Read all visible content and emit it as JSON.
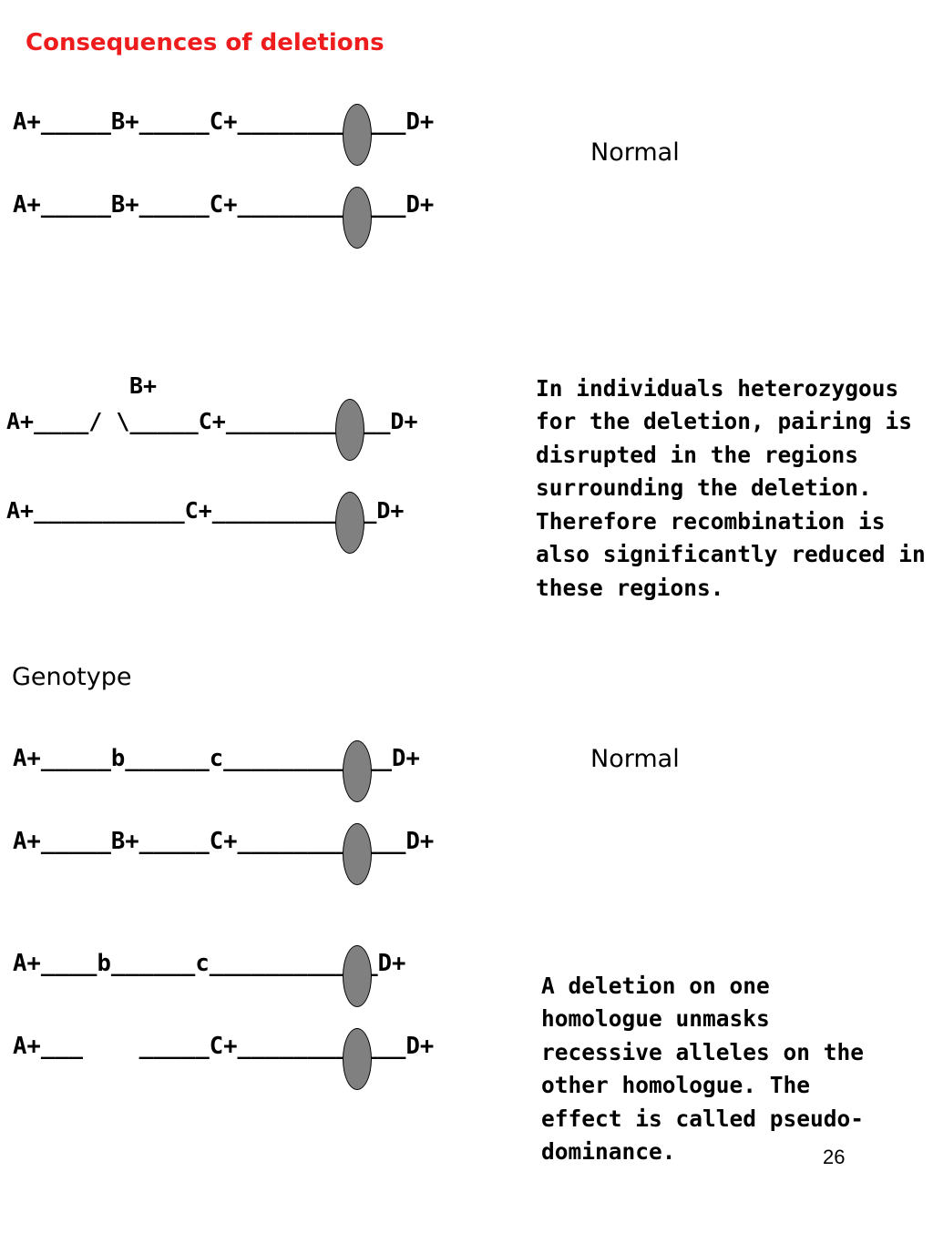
{
  "title": "Consequences of deletions",
  "section1": {
    "chrom1": "A+_____B+_____C+____________D+",
    "chrom2": "A+_____B+_____C+____________D+",
    "label": "Normal"
  },
  "section2": {
    "loop_label": "B+",
    "chrom1": "A+____/ \\_____C+____________D+",
    "chrom2": "A+___________C+____________D+",
    "description": [
      "In individuals heterozygous",
      "for the deletion, pairing is",
      "disrupted in the regions",
      "surrounding the deletion.",
      "Therefore recombination is",
      "also significantly reduced in",
      "these regions."
    ]
  },
  "genotype_label": "Genotype",
  "section3": {
    "chrom1": "A+_____b______c____________D+",
    "chrom2": "A+_____B+_____C+____________D+",
    "label": "Normal"
  },
  "section4": {
    "chrom1": "A+____b______c____________D+",
    "chrom2": "A+___    _____C+____________D+",
    "description": [
      "A deletion on one",
      "homologue unmasks",
      "recessive alleles on the",
      "other homologue. The",
      "effect is called pseudo-",
      "dominance."
    ]
  },
  "page_number": "26",
  "colors": {
    "title": "#ee1c1c",
    "centromere": "#808080"
  }
}
